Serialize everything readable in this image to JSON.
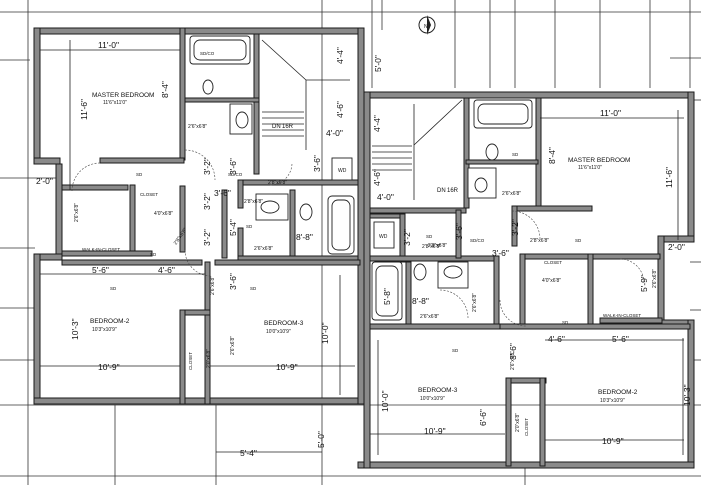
{
  "north_mark": "N",
  "colors": {
    "wall": "#8a8a8a",
    "line": "#222222",
    "background": "#ffffff"
  },
  "left_unit": {
    "dimensions": {
      "master_width": "11'-0\"",
      "master_depth": "11'-6\"",
      "closet_height": "8'-4\"",
      "bump_out": "2'-0\"",
      "stair_depth": "4'-4\"",
      "stair_width": "4'-0\"",
      "stair_run": "4'-6\"",
      "hall_a": "3'-2\"",
      "hall_b": "3'-6\"",
      "hall_c": "3'-6\"",
      "hall_d": "3'-6\"",
      "hall_e": "3'-2\"",
      "hall_f": "3'-6\"",
      "hall_g": "5'-4\"",
      "hall_h": "3'-2\"",
      "bath_width": "8'-8\"",
      "bed2_split_a": "5'-6\"",
      "bed2_split_b": "4'-6\"",
      "bed2_width": "10'-9\"",
      "bed2_depth": "10'-3\"",
      "bed3_width": "10'-9\"",
      "bed3_depth": "10'-0\"",
      "bottom_offset": "5'-4\"",
      "bottom_height": "5'-0\"",
      "top_height": "5'-0\""
    },
    "rooms": {
      "master_name": "MASTER BEDROOM",
      "master_size": "11'6\"x11'0\"",
      "bed2_name": "BEDROOM-2",
      "bed2_size": "10'3\"x10'9\"",
      "bed3_name": "BEDROOM-3",
      "bed3_size": "10'0\"x10'9\""
    },
    "labels": {
      "dn": "DN",
      "dn_count": "16R",
      "wic": "WALK-IN-CLOSET",
      "closet": "CLOSET",
      "closet2": "CLOSET",
      "wd": "WD",
      "sd": "SD",
      "sdco": "SD/CO",
      "sdco2": "SD/CO",
      "sd2": "SD",
      "sd3": "SD",
      "sd4": "SD",
      "sd5": "SD"
    },
    "doors": {
      "d1": "2'6\"x6'8\"",
      "d2": "2'8\"x6'8\"",
      "d3": "2'6\"x6'8\"",
      "d4": "2'6\"x6'8\"",
      "d5": "4'0\"x6'8\"",
      "d6": "2'6\"x6'8\"",
      "d7": "2'8\"x6'8\"",
      "d8": "2'8\"x6'8\"",
      "d9": "2'6\"x6'8\"",
      "d10": "2'0\"x6'8\""
    }
  },
  "right_unit": {
    "dimensions": {
      "master_width": "11'-0\"",
      "master_depth": "11'-6\"",
      "closet_height": "8'-4\"",
      "bump_out": "2'-0\"",
      "stair_depth": "4'-4\"",
      "stair_width": "4'-0\"",
      "stair_run": "4'-6\"",
      "hall_a": "3'-2\"",
      "hall_b": "3'-6\"",
      "hall_c": "3'-6\"",
      "hall_d": "3'-2\"",
      "hall_e": "3'-6\"",
      "hall_f": "5'-9\"",
      "hall_g": "5'-8\"",
      "bath_width": "8'-8\"",
      "bed2_split_a": "4'-6\"",
      "bed2_split_b": "5'-6\"",
      "bed2_width": "10'-9\"",
      "bed2_depth": "10'-3\"",
      "bed3_width": "10'-9\"",
      "bed3_depth": "10'-0\"",
      "small_dim": "6'-6\""
    },
    "rooms": {
      "master_name": "MASTER BEDROOM",
      "master_size": "11'6\"x11'0\"",
      "bed2_name": "BEDROOM-2",
      "bed2_size": "10'3\"x10'9\"",
      "bed3_name": "BEDROOM-3",
      "bed3_size": "10'0\"x10'9\""
    },
    "labels": {
      "dn": "DN",
      "dn_count": "16R",
      "wic": "WALK-IN-CLOSET",
      "closet": "CLOSET",
      "closet2": "CLOSET",
      "wd": "WD",
      "sd": "SD",
      "sdco": "SD/CO",
      "sd2": "SD",
      "sd3": "SD",
      "sd4": "SD",
      "sd5": "SD"
    },
    "doors": {
      "d1": "2'6\"x6'8\"",
      "d2": "2'8\"x6'8\"",
      "d3": "2'6\"x6'8\"",
      "d4": "2'6\"x6'8\"",
      "d5": "4'0\"x6'8\"",
      "d6": "2'6\"x6'8\"",
      "d7": "2'8\"x6'8\"",
      "d8": "2'8\"x6'8\"",
      "d9": "2'6\"x6'8\"",
      "d10": "2'0\"x6'8\""
    }
  }
}
